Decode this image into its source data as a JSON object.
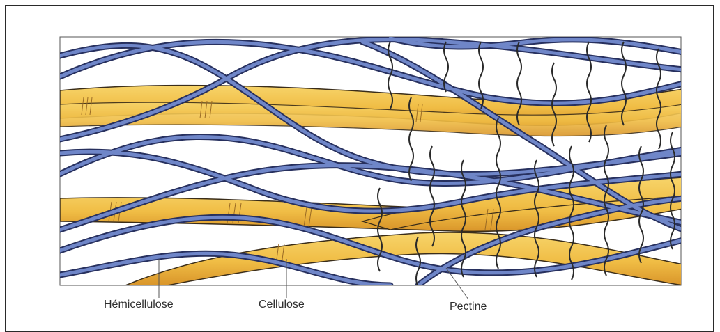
{
  "labels": {
    "hemicellulose": "Hémicellulose",
    "cellulose": "Cellulose",
    "pectine": "Pectine"
  },
  "colors": {
    "cellulose_fill": "#f2c447",
    "cellulose_shade": "#d99a2a",
    "hemicellulose_stroke": "#27305e",
    "hemicellulose_fill": "#6f86c8",
    "pectine": "#2a2a2a"
  }
}
